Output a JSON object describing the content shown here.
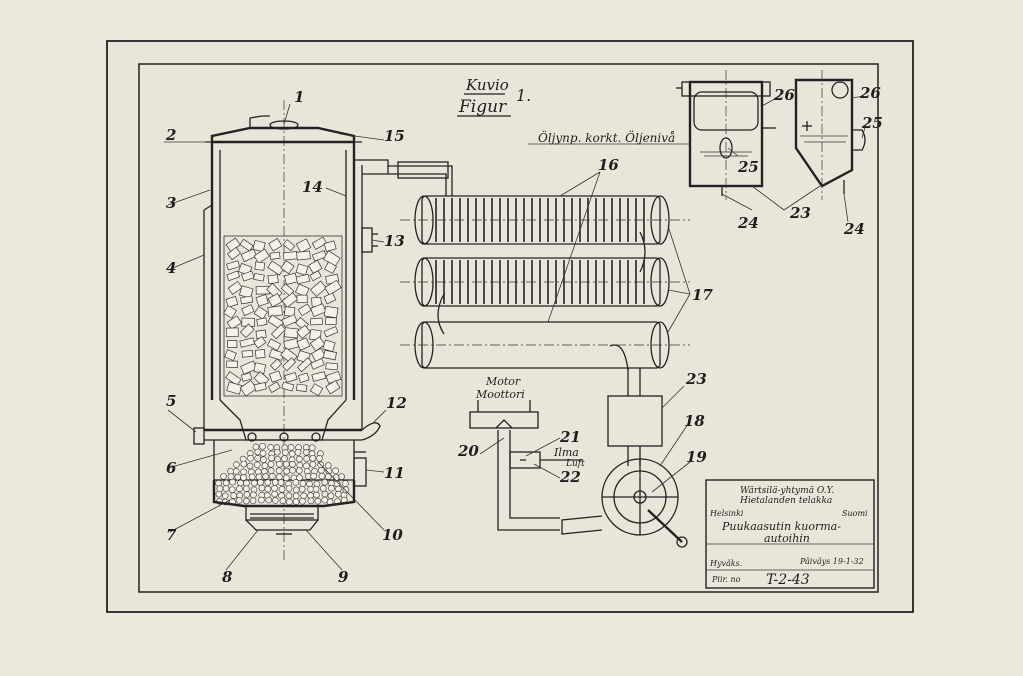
{
  "figure": {
    "title_line1": "Kuvio",
    "title_line2": "Figur",
    "figure_number": "1."
  },
  "annotations": {
    "oil_level": "Öljynp. korkt. Öljenivå",
    "motor_line1": "Motor",
    "motor_line2": "Moottori",
    "air_line1": "Ilma",
    "air_line2": "Luft"
  },
  "part_numbers": {
    "p1": "1",
    "p2": "2",
    "p3": "3",
    "p4": "4",
    "p5": "5",
    "p6": "6",
    "p7": "7",
    "p8": "8",
    "p9": "9",
    "p10": "10",
    "p11": "11",
    "p12": "12",
    "p13": "13",
    "p14": "14",
    "p15": "15",
    "p16": "16",
    "p17": "17",
    "p18": "18",
    "p19": "19",
    "p20": "20",
    "p21": "21",
    "p22": "22",
    "p23_mid": "23",
    "p23_top": "23",
    "p24_left": "24",
    "p24_right": "24",
    "p25_left": "25",
    "p25_right": "25",
    "p26_left": "26",
    "p26_right": "26"
  },
  "title_block": {
    "company": "Wärtsilä-yhtymä O.Y.",
    "department": "Hietalanden telakka",
    "city": "Helsinki",
    "country": "Suomi",
    "drawing_title_line1": "Puukaasutin kuorma-",
    "drawing_title_line2": "autoihin",
    "drawn_label": "Hyväks.",
    "date": "Päiväys 19-1-32",
    "drawing_number_label": "Piir. no",
    "drawing_number": "T-2-43"
  },
  "colors": {
    "paper": "#ece9dc",
    "ink": "#222222"
  }
}
